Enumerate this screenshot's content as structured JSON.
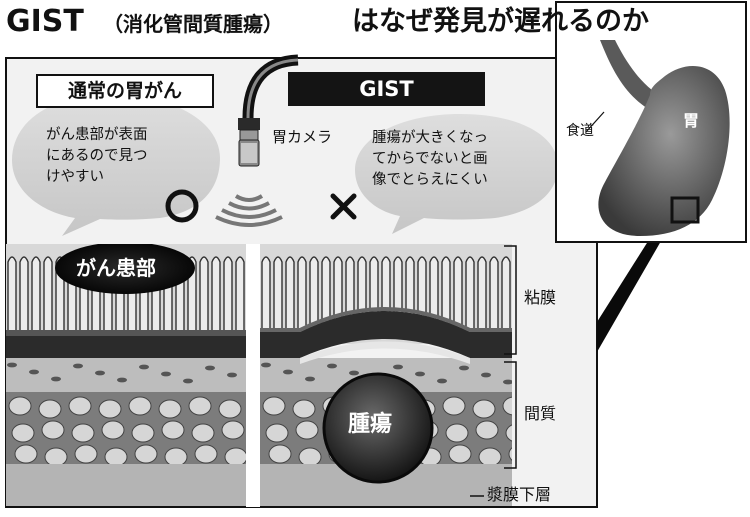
{
  "title": {
    "main": "GIST",
    "paren": "（消化管間質腫瘍）",
    "rest": "はなぜ発見が遅れるのか"
  },
  "normal_panel": {
    "tag": "通常の胃がん",
    "bubble": "がん患部が表面\nにあるので見つ\nけやすい",
    "mark": "○",
    "cancer_label": "がん患部"
  },
  "gist_panel": {
    "tag": "GIST",
    "bubble": "腫瘍が大きくなっ\nてからでないと画\n像でとらえにくい",
    "mark": "×",
    "tumor_label": "腫瘍"
  },
  "camera_label": "胃カメラ",
  "layers": {
    "mucosa": "粘膜",
    "interstitial": "間質",
    "serosa": "漿膜下層"
  },
  "inset": {
    "esophagus": "食道",
    "stomach": "胃"
  }
}
